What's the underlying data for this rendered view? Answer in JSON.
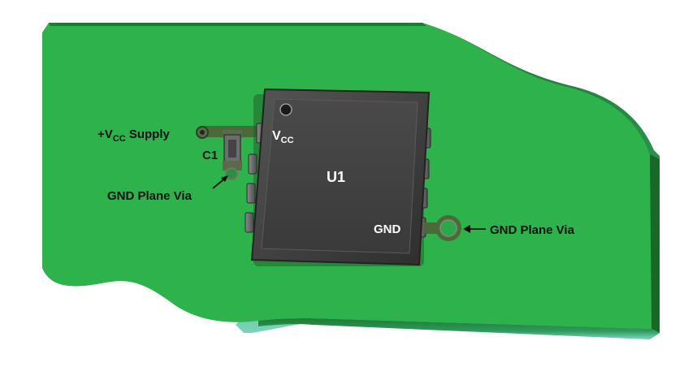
{
  "diagram": {
    "labels": {
      "vcc_supply_prefix": "+V",
      "vcc_supply_sub": "CC",
      "vcc_supply_suffix": " Supply",
      "c1": "C1",
      "gnd_via_left": "GND Plane Via",
      "chip_name": "U1",
      "vcc_pin_main": "V",
      "vcc_pin_sub": "CC",
      "gnd_pin": "GND",
      "gnd_via_right": "GND Plane Via"
    },
    "colors": {
      "board_green": "#2db34a",
      "board_edge_dark": "#1d6a2c",
      "board_edge_light": "#5fc7a8",
      "chip_body": "#3e3e3e",
      "chip_top": "#4b4b4b",
      "pin_color": "#6a6a6a",
      "text": "#111111",
      "chip_text": "#ffffff"
    }
  }
}
